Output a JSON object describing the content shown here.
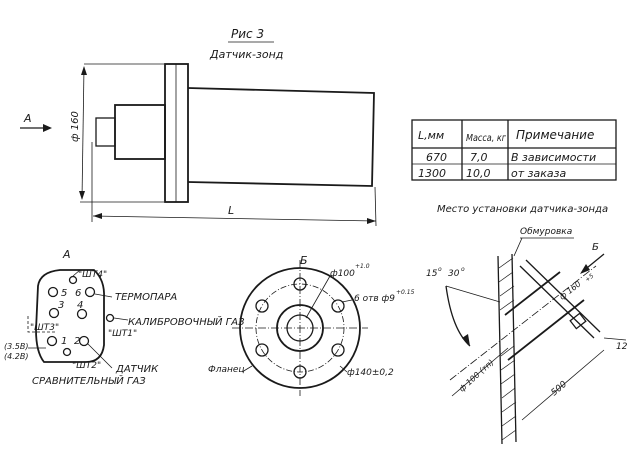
{
  "figure": {
    "number": "Рис 3",
    "title": "Датчик-зонд"
  },
  "side_view": {
    "view_letter": "А",
    "diameter": "ф 160",
    "length": "L"
  },
  "spec_table": {
    "headers": [
      "L,мм",
      "Масса, кг",
      "Примечание"
    ],
    "rows": [
      [
        "670",
        "7,0",
        "В зависимости"
      ],
      [
        "1300",
        "10,0",
        "от заказа"
      ]
    ]
  },
  "connector_view": {
    "view_letter": "А",
    "labels": {
      "sht4": "\"ШТ4\"",
      "thermocouple": "ТЕРМОПАРА",
      "sht3": "\"ШТ3\"",
      "calibration_gas": "КАЛИБРОВОЧНЫЙ ГАЗ",
      "sht1": "\"ШТ1\"",
      "sht2": "\"ШТ2\"",
      "sensor": "ДАТЧИК",
      "reference_gas": "СРАВНИТЕЛЬНЫЙ ГАЗ",
      "v3": "(3.5В)",
      "v4": "(4.2В)"
    },
    "pin_numbers": [
      "5",
      "6",
      "3",
      "4",
      "1",
      "2"
    ]
  },
  "flange_view": {
    "view_letter": "Б",
    "inner_dia": "ф100",
    "inner_tol": "+1.0",
    "holes": "6 отв ф9",
    "holes_tol": "+0.15",
    "bolt_circle": "ф140±0,2",
    "flange_label": "Фланец"
  },
  "install_view": {
    "title": "Место установки датчика-зонда",
    "lining": "Обмуровка",
    "view_letter": "Б",
    "angle_a": "15",
    "angle_b": "30",
    "pipe_dia": "ф 160",
    "pipe_tol": "+5",
    "dim_12": "12",
    "dim_500": "500",
    "hole_dia": "ф 100 (тп)"
  }
}
